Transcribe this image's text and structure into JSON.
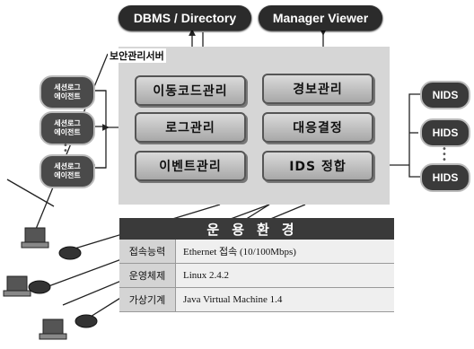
{
  "top": {
    "dbms": "DBMS / Directory",
    "manager": "Manager Viewer"
  },
  "server_label": "보안관리서버",
  "modules": {
    "m1": "이동코드관리",
    "m2": "경보관리",
    "m3": "로그관리",
    "m4": "대응결정",
    "m5": "이벤트관리",
    "m6": "IDS 정합"
  },
  "agents": {
    "line1": "세션로그",
    "line2": "에이전트"
  },
  "ids": {
    "nids": "NIDS",
    "hids1": "HIDS",
    "hids2": "HIDS"
  },
  "environment": {
    "title": "운용환경",
    "rows": [
      {
        "key": "접속능력",
        "value": "Ethernet 접속 (10/100Mbps)"
      },
      {
        "key": "운영체제",
        "value": "Linux 2.4.2"
      },
      {
        "key": "가상기계",
        "value": "Java Virtual Machine 1.4"
      }
    ]
  }
}
